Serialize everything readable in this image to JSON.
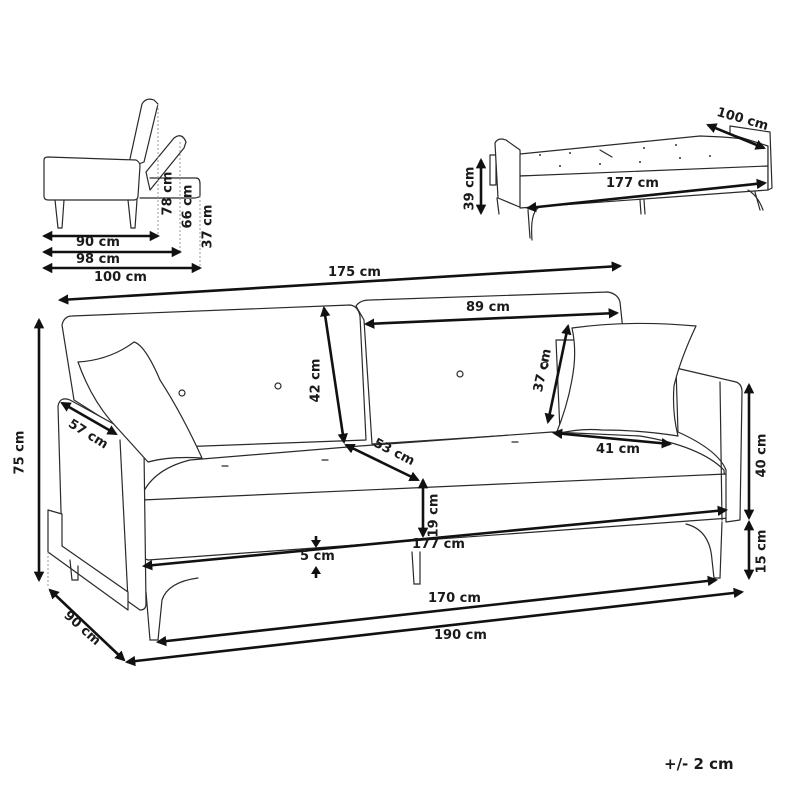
{
  "diagram": {
    "subject": "Sofa bed dimension drawing",
    "tolerance": "+/- 2 cm",
    "side_view": {
      "depths": [
        "90 cm",
        "98 cm",
        "100 cm"
      ],
      "heights": [
        "78 cm",
        "66 cm",
        "37 cm"
      ]
    },
    "bed_view": {
      "width": "177 cm",
      "depth": "100 cm",
      "height": "39 cm"
    },
    "main_view": {
      "overall_back_width": "175 cm",
      "backrest_cushion_width": "89 cm",
      "backrest_height": "42 cm",
      "pillow_height": "37 cm",
      "pillow_width": "41 cm",
      "seat_depth": "53 cm",
      "armrest_depth": "57 cm",
      "total_height": "75 cm",
      "armrest_height": "40 cm",
      "leg_height": "15 cm",
      "seat_thickness": "19 cm",
      "frame_thickness": "5 cm",
      "seat_width": "177 cm",
      "leg_span": "170 cm",
      "total_width": "190 cm",
      "total_depth": "90 cm"
    }
  }
}
